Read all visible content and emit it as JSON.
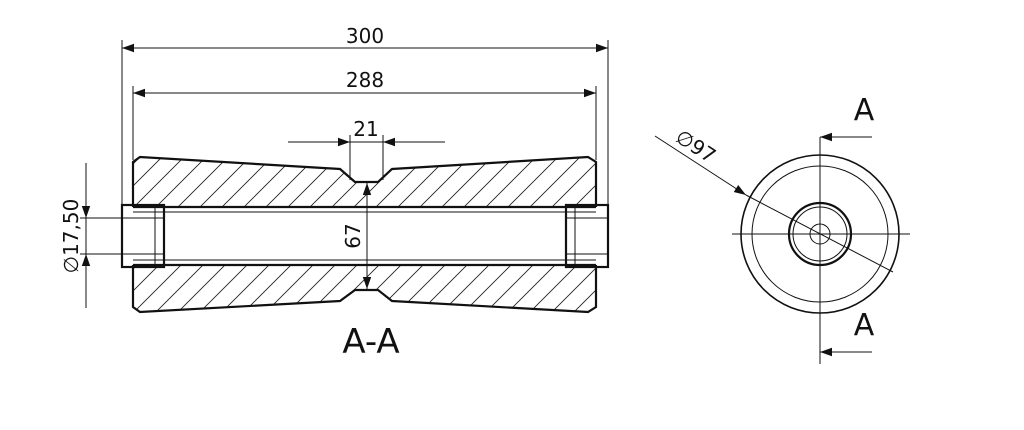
{
  "drawing": {
    "dimensions": {
      "overall_length": "300",
      "body_length": "288",
      "groove_width": "21",
      "bore_diameter": "67",
      "shaft_diameter": "∅17,50",
      "outer_diameter": "∅97"
    },
    "section_view_label": "A-A",
    "section_marker_top": "A",
    "section_marker_bottom": "A"
  }
}
